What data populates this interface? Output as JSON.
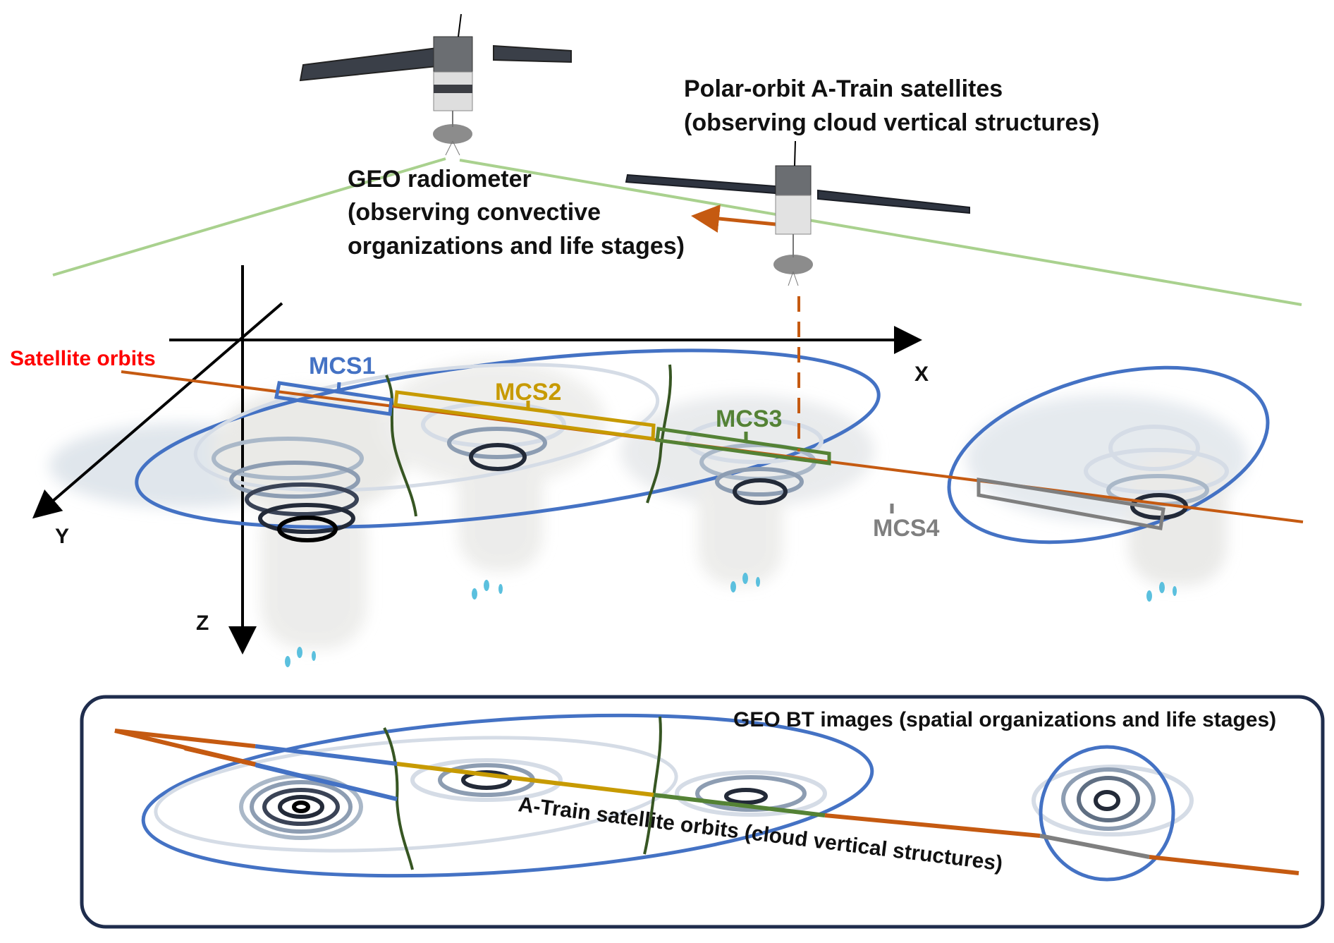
{
  "title_geo": {
    "line1": "GEO radiometer",
    "line2": "(observing convective",
    "line3": "organizations and life stages)"
  },
  "title_polar": {
    "line1": "Polar-orbit A-Train satellites",
    "line2": "(observing cloud vertical structures)"
  },
  "orbit_label": "Satellite orbits",
  "axes": {
    "x": "X",
    "y": "Y",
    "z": "Z"
  },
  "systems": [
    {
      "id": "MCS1",
      "label": "MCS1",
      "color": "#4472c4"
    },
    {
      "id": "MCS2",
      "label": "MCS2",
      "color": "#c79a00"
    },
    {
      "id": "MCS3",
      "label": "MCS3",
      "color": "#548235"
    },
    {
      "id": "MCS4",
      "label": "MCS4",
      "color": "#7f7f7f"
    }
  ],
  "panel": {
    "title": "GEO BT images (spatial organizations and life stages)",
    "orbit_caption": "A-Train satellite orbits (cloud vertical structures)"
  },
  "colors": {
    "orbit": "#c55a11",
    "geo_view": "#a9d18e",
    "mcs_boundary": "#4472c4",
    "divider": "#375623",
    "panel_border": "#1f2d4d",
    "label_red": "#ff0000"
  }
}
